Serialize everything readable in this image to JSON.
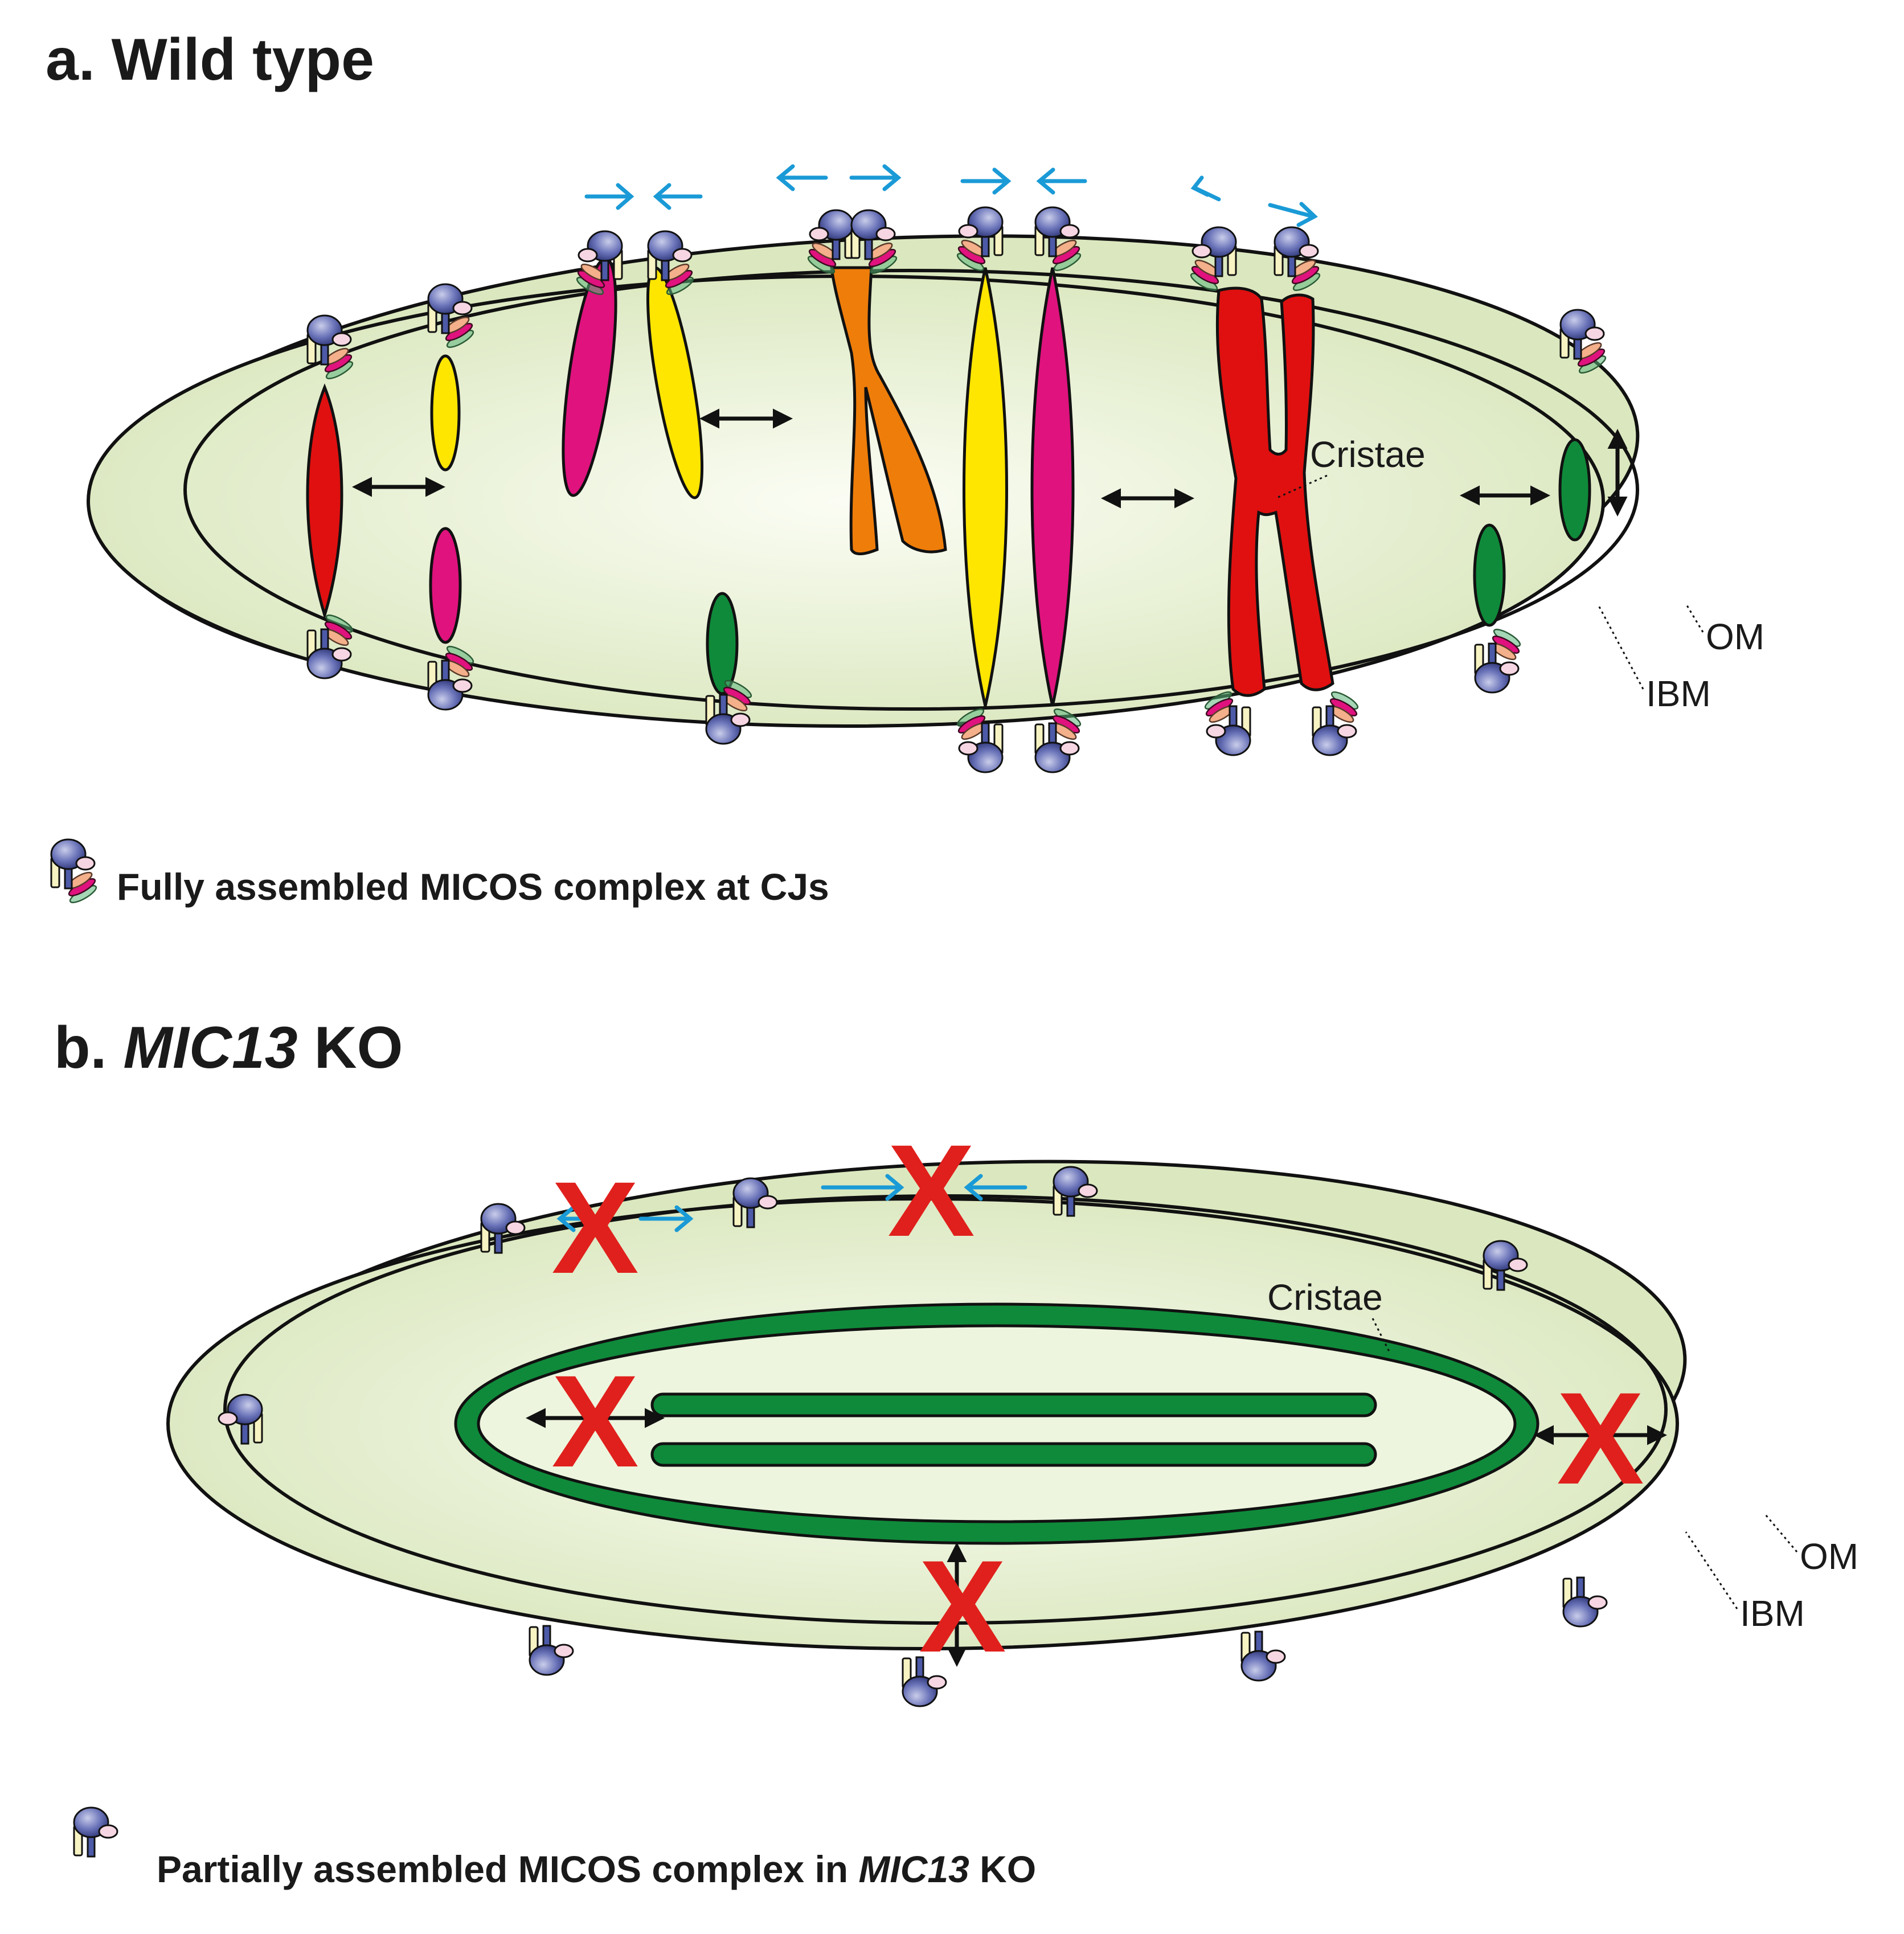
{
  "panel_a": {
    "title": "a. Wild type",
    "labels": {
      "cristae": "Cristae",
      "om": "OM",
      "ibm": "IBM"
    },
    "legend": "Fully assembled MICOS complex at CJs"
  },
  "panel_b": {
    "title_prefix": "b. ",
    "title_gene": "MIC13",
    "title_suffix": " KO",
    "labels": {
      "cristae": "Cristae",
      "om": "OM",
      "ibm": "IBM"
    },
    "legend_prefix": "Partially assembled MICOS complex in ",
    "legend_gene": "MIC13",
    "legend_suffix": " KO",
    "blocked_mark": "X"
  },
  "colors": {
    "mito_fill": "#e3eecb",
    "outline": "#111111",
    "cristae_red": "#e01010",
    "cristae_magenta": "#e0127e",
    "cristae_yellow": "#ffe600",
    "cristae_orange": "#ef7d0a",
    "cristae_green": "#0f8a3a",
    "dynamics_arrow": "#1a9ad6",
    "micos_blue": "#4d5aa8",
    "blocked_x": "#e0201c"
  }
}
